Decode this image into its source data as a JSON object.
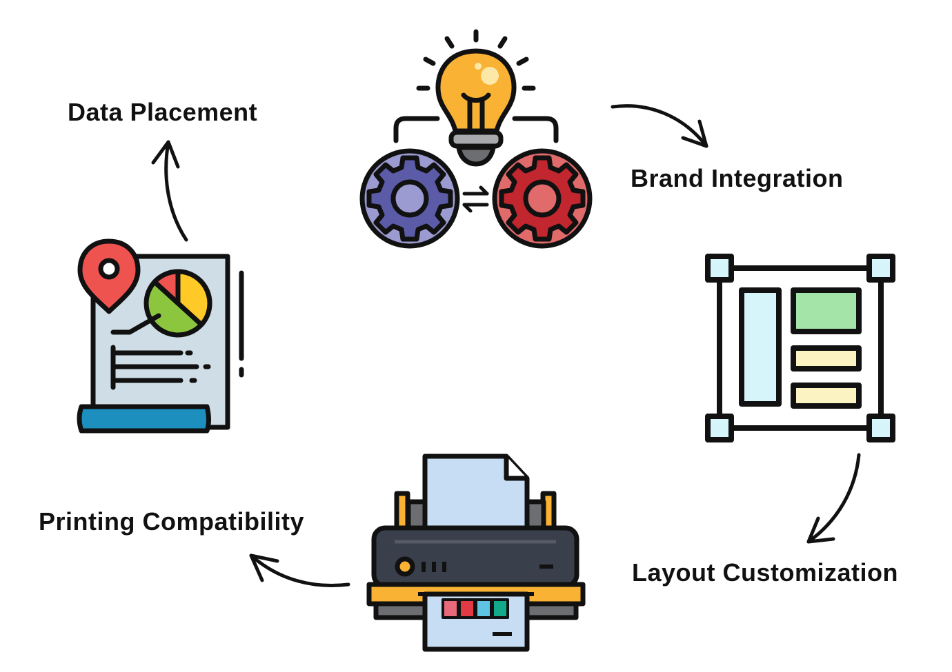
{
  "labels": {
    "data_placement": "Data Placement",
    "brand_integration": "Brand Integration",
    "layout_customization": "Layout Customization",
    "printing_compatibility": "Printing Compatibility"
  },
  "icons": {
    "center": "idea-gears-icon",
    "layout": "layout-frame-icon",
    "printer": "printer-icon",
    "document": "document-chart-icon"
  },
  "colors": {
    "outline": "#111111",
    "bulb": "#f9b233",
    "gear_blue": "#9b9bd1",
    "gear_blue_dark": "#5b5ba8",
    "gear_red": "#e16b6b",
    "gear_red_dark": "#c2262e",
    "layout_green": "#a4e4a8",
    "layout_yellow": "#fbf4c2",
    "layout_blue": "#d6f5fb",
    "printer_body": "#3a3f4c",
    "printer_strip": "#f9b233",
    "paper": "#c7ddf3",
    "doc_paper": "#cfdde6",
    "doc_base": "#1c8fbf",
    "pin_red": "#ef5350",
    "pie_green": "#8cc63f",
    "pie_yellow": "#ffc928"
  }
}
